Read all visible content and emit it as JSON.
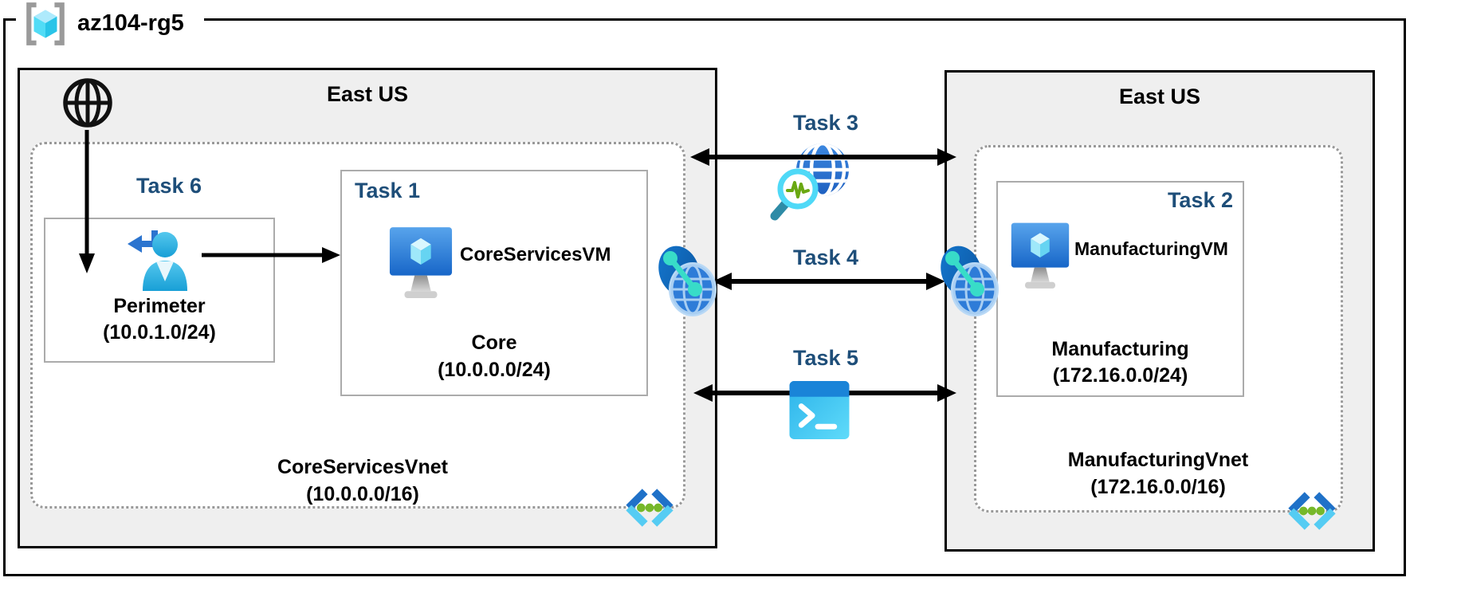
{
  "resource_group": {
    "name": "az104-rg5"
  },
  "regions": {
    "left": {
      "name": "East US"
    },
    "right": {
      "name": "East US"
    }
  },
  "left_vnet": {
    "name": "CoreServicesVnet",
    "cidr": "(10.0.0.0/16)"
  },
  "right_vnet": {
    "name": "ManufacturingVnet",
    "cidr": "(172.16.0.0/16)"
  },
  "perimeter_subnet": {
    "task_label": "Task 6",
    "name": "Perimeter",
    "cidr": "(10.0.1.0/24)"
  },
  "core_subnet": {
    "task_label": "Task 1",
    "vm_name": "CoreServicesVM",
    "name": "Core",
    "cidr": "(10.0.0.0/24)"
  },
  "manufacturing_subnet": {
    "task_label": "Task 2",
    "vm_name": "ManufacturingVM",
    "name": "Manufacturing",
    "cidr": "(172.16.0.0/24)"
  },
  "tasks": {
    "task3": "Task 3",
    "task4": "Task 4",
    "task5": "Task 5"
  },
  "icons": {
    "resource_group": "resource-group-icon",
    "internet": "internet-globe-icon",
    "guest_user": "guest-user-icon",
    "virtual_machine": "vm-icon",
    "peering": "vnet-peering-icon",
    "network_watcher": "network-watcher-icon",
    "powershell": "powershell-icon",
    "virtual_network": "virtual-network-icon"
  },
  "colors": {
    "task_label": "#1e4e79",
    "region_fill": "#efefef",
    "region_border": "#000000",
    "vnet_dotted_border": "#999999",
    "subnet_border": "#ababab",
    "arrow": "#000000",
    "azure_blue": "#1f71c8",
    "azure_cyan": "#50e6ff",
    "peering_teal": "#38dcc8",
    "dot_green": "#76b82a"
  }
}
